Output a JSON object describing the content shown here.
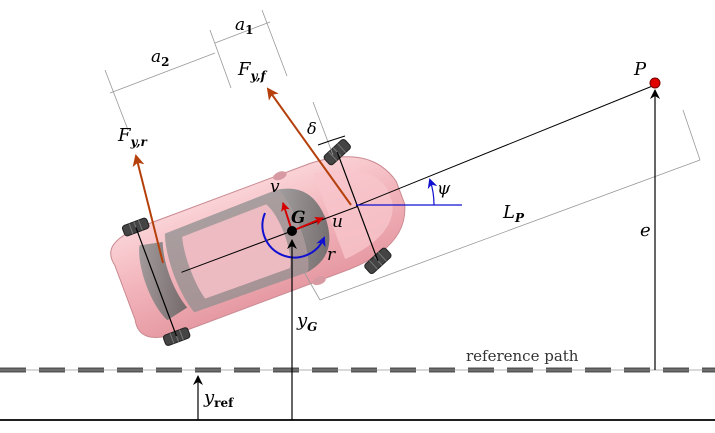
{
  "labels": {
    "a1": {
      "main": "a",
      "sub": "1"
    },
    "a2": {
      "main": "a",
      "sub": "2"
    },
    "Fyf": {
      "main": "F",
      "sub": "y,f"
    },
    "Fyr": {
      "main": "F",
      "sub": "y,r"
    },
    "delta": "δ",
    "v": "v",
    "u": "u",
    "G": "G",
    "r": "r",
    "psi": "ψ",
    "LP": {
      "main": "L",
      "sub": "P"
    },
    "P": "P",
    "e": "e",
    "yG": {
      "main": "y",
      "sub": "G"
    },
    "yref": {
      "main": "y",
      "sub": "ref"
    },
    "reference_path": "reference path"
  },
  "colors": {
    "force_arrow": "#b5400c",
    "velocity_arrow": "#d60000",
    "yaw_arrow": "#1010d0",
    "car_body": "#f2b5bb",
    "target_point": "#e00000",
    "dashed_path": "#555555"
  }
}
